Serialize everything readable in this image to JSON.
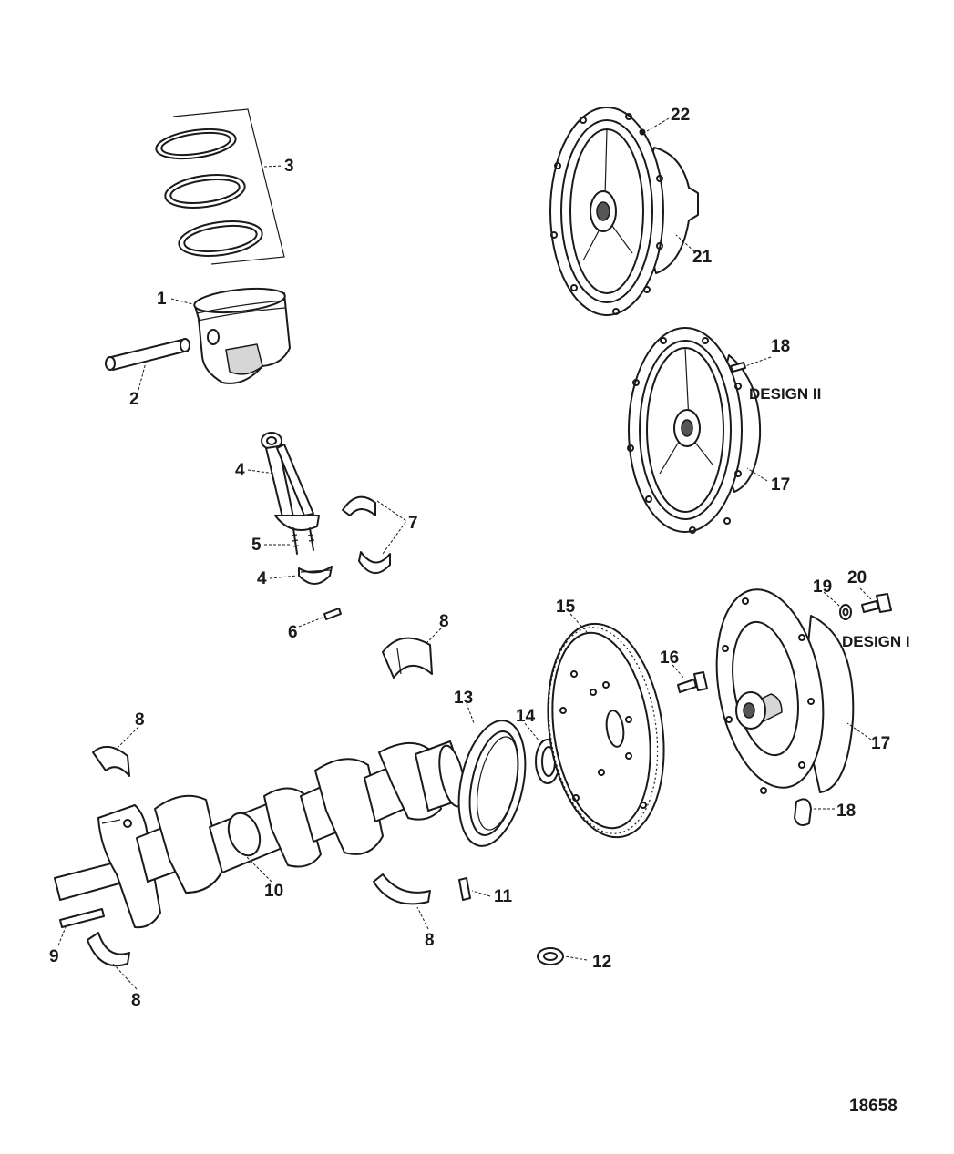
{
  "diagram": {
    "figure_number": "18658",
    "design_labels": {
      "design_2": "DESIGN II",
      "design_1": "DESIGN I"
    },
    "callouts": {
      "c1": "1",
      "c2": "2",
      "c3": "3",
      "c4a": "4",
      "c4b": "4",
      "c5": "5",
      "c6": "6",
      "c7": "7",
      "c8a": "8",
      "c8b": "8",
      "c8c": "8",
      "c8d": "8",
      "c9": "9",
      "c10": "10",
      "c11": "11",
      "c12": "12",
      "c13": "13",
      "c14": "14",
      "c15": "15",
      "c16": "16",
      "c17a": "17",
      "c17b": "17",
      "c18a": "18",
      "c18b": "18",
      "c19": "19",
      "c20": "20",
      "c21": "21",
      "c22": "22"
    }
  }
}
